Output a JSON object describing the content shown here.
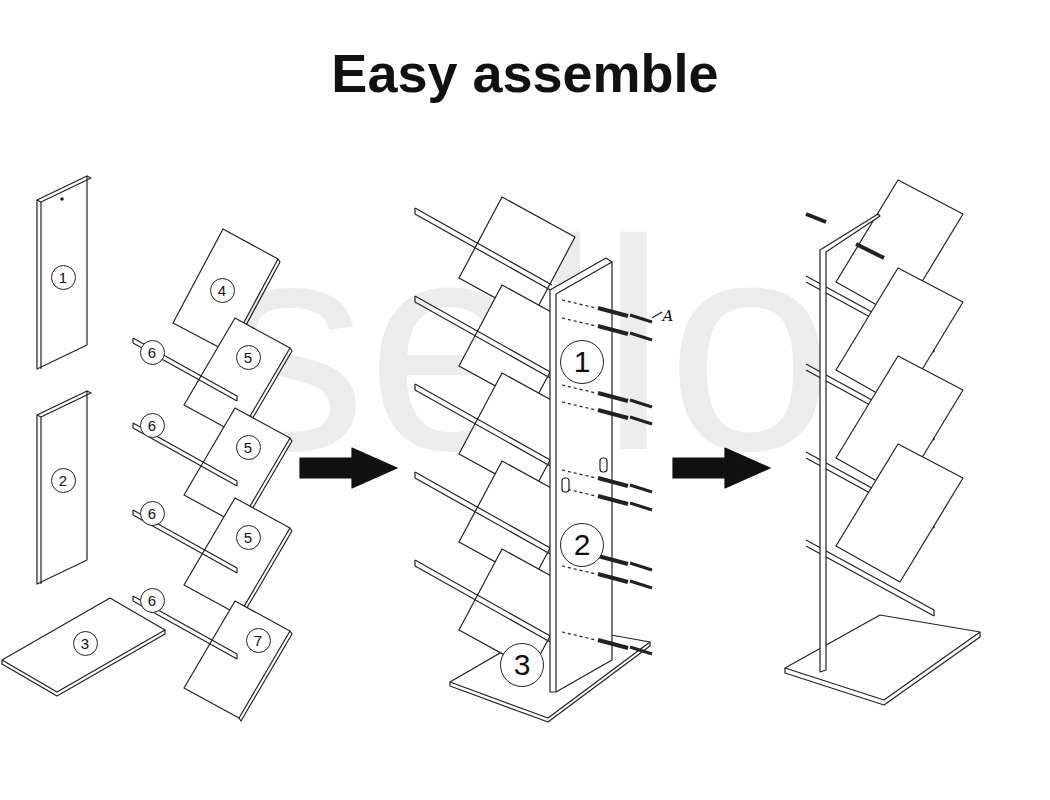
{
  "diagram": {
    "title": "Easy assemble",
    "labels": [
      "1",
      "4",
      "6",
      "5",
      "6",
      "5",
      "2",
      "6",
      "5",
      "6",
      "7",
      "3",
      "A",
      "1",
      "2",
      "3",
      "sello"
    ]
  }
}
